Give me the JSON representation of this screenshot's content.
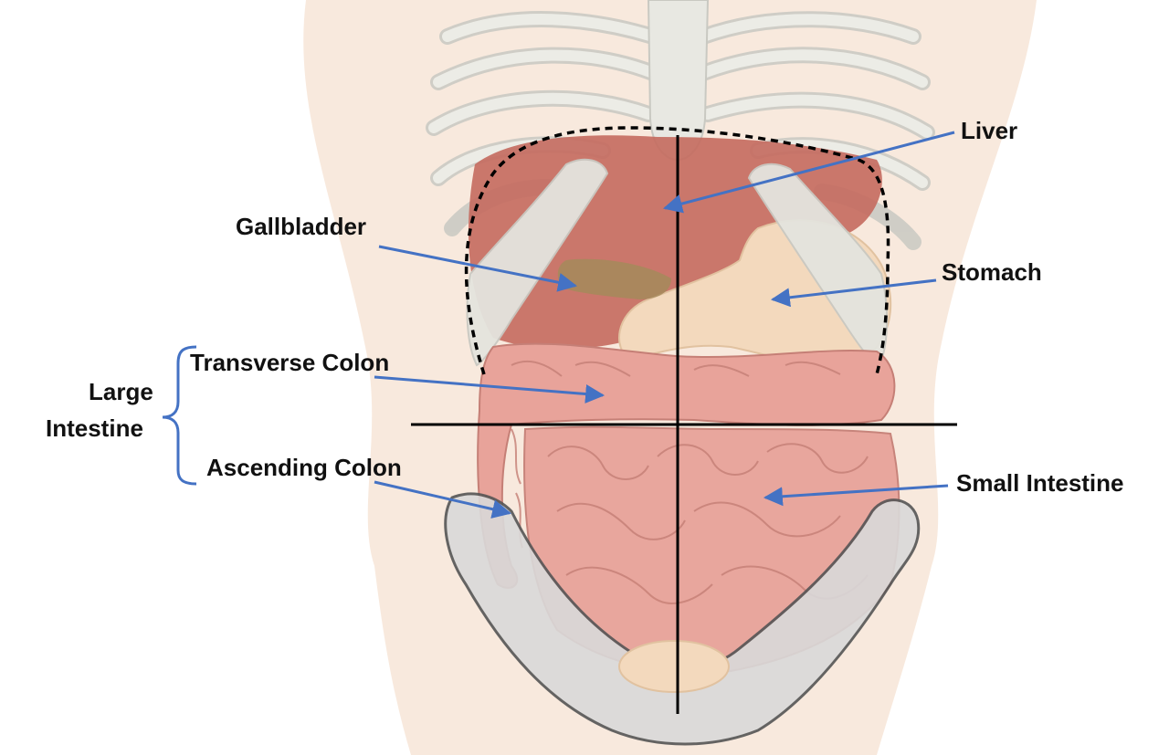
{
  "labels": {
    "liver": "Liver",
    "gallbladder": "Gallbladder",
    "stomach": "Stomach",
    "transverse_colon": "Transverse Colon",
    "large": "Large",
    "intestine": "Intestine",
    "ascending_colon": "Ascending Colon",
    "small_intestine": "Small Intestine"
  },
  "colors": {
    "pointer": "#4472C4",
    "skin": "#F6E1D2",
    "bone": "#E4E4DE",
    "bone_stroke": "#C9C9C2",
    "liver": "#C46A5E",
    "stomach": "#F3D9BD",
    "intestine": "#E8A39A",
    "intestine_stroke": "#C57F76",
    "gallbladder": "#A58A5A",
    "pelvis": "#D9D9D9",
    "quadrant_lines": "#000000"
  }
}
